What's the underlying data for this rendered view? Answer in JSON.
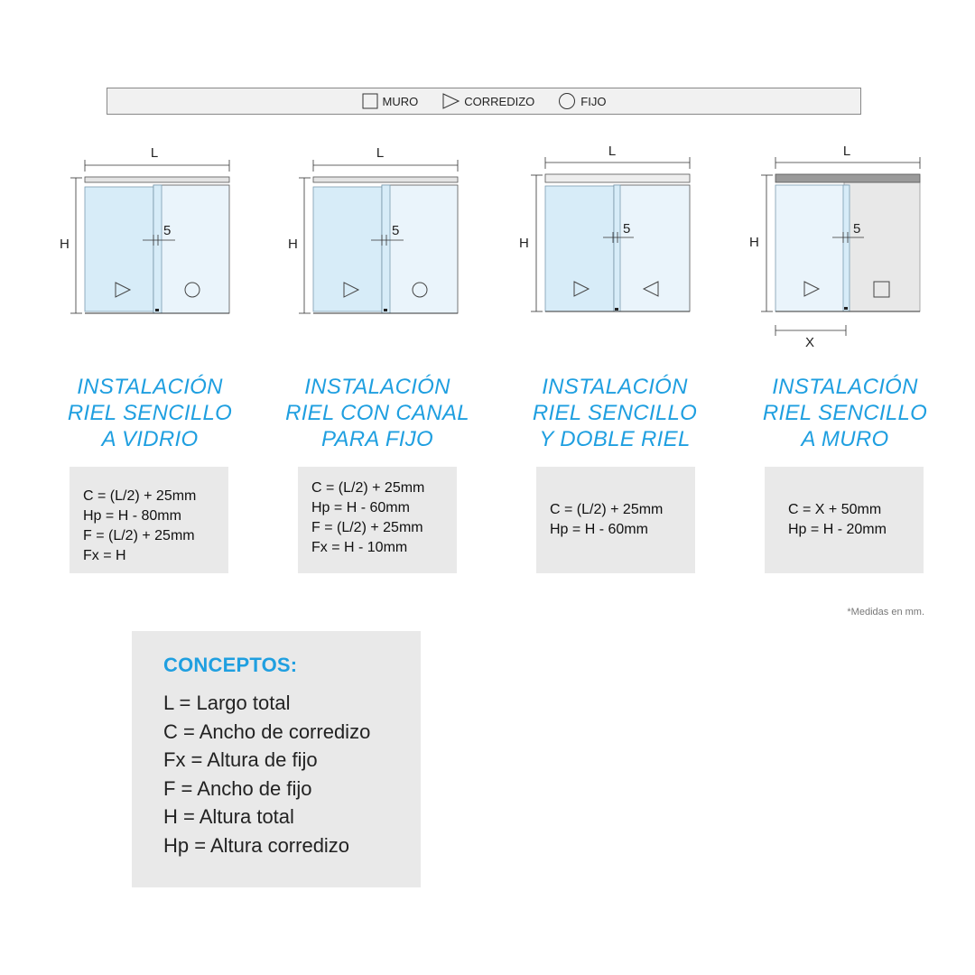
{
  "legend": {
    "items": [
      {
        "symbol": "square-icon",
        "label": "MURO"
      },
      {
        "symbol": "triangle-right-icon",
        "label": "CORREDIZO"
      },
      {
        "symbol": "circle-icon",
        "label": "FIJO"
      }
    ]
  },
  "dimensions": {
    "length_label": "L",
    "height_label": "H",
    "gap_label": "5",
    "x_label": "X"
  },
  "installations": [
    {
      "title_lines": [
        "INSTALACIÓN",
        "RIEL SENCILLO",
        "A VIDRIO"
      ],
      "formulas": [
        "C = (L/2) + 25mm",
        "Hp = H - 80mm",
        "F = (L/2) + 25mm",
        "Fx = H"
      ],
      "right_panel": "fijo"
    },
    {
      "title_lines": [
        "INSTALACIÓN",
        "RIEL CON CANAL",
        "PARA FIJO"
      ],
      "formulas": [
        "C = (L/2) + 25mm",
        "Hp = H - 60mm",
        "F = (L/2) + 25mm",
        "Fx = H - 10mm"
      ],
      "right_panel": "fijo"
    },
    {
      "title_lines": [
        "INSTALACIÓN",
        "RIEL SENCILLO",
        "Y DOBLE RIEL"
      ],
      "formulas": [
        "C = (L/2) + 25mm",
        "Hp = H - 60mm"
      ],
      "right_panel": "corredizo"
    },
    {
      "title_lines": [
        "INSTALACIÓN",
        "RIEL SENCILLO",
        "A MURO"
      ],
      "formulas": [
        "C = X + 50mm",
        "Hp = H - 20mm"
      ],
      "right_panel": "muro"
    }
  ],
  "note": "*Medidas en mm.",
  "concepts": {
    "title": "CONCEPTOS:",
    "lines": [
      "L = Largo total",
      "C = Ancho de corredizo",
      "Fx = Altura de fijo",
      "F = Ancho de fijo",
      "H = Altura total",
      "Hp = Altura corredizo"
    ]
  },
  "colors": {
    "accent": "#1f9fe0",
    "glass_sliding": "#d7ecf8",
    "glass_fixed": "#eaf4fb",
    "wall": "#e8e8e8",
    "formula_bg": "#e9e9e9"
  }
}
